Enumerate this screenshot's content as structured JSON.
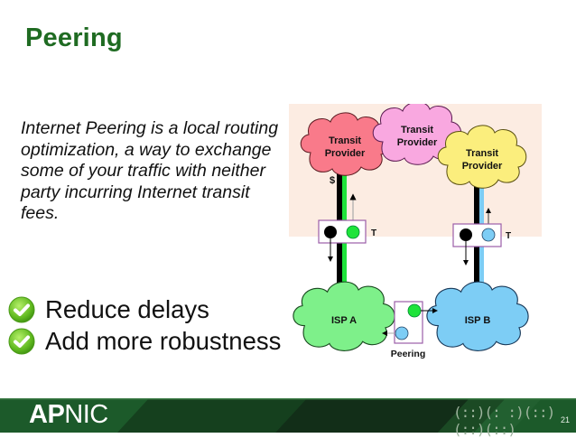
{
  "slide": {
    "title": "Peering",
    "intro_text": "Internet Peering is a local routing optimization, a way to exchange some of your traffic with neither party incurring Internet transit fees.",
    "bullets": [
      {
        "icon": "check-circle-icon",
        "label": "Reduce delays"
      },
      {
        "icon": "check-circle-icon",
        "label": "Add more robustness"
      }
    ]
  },
  "diagram": {
    "clouds": [
      {
        "label_line1": "Transit",
        "label_line2": "Provider",
        "color": "#f97a8a"
      },
      {
        "label_line1": "Transit",
        "label_line2": "Provider",
        "color": "#f9a8e0"
      },
      {
        "label_line1": "Transit",
        "label_line2": "Provider",
        "color": "#fbee7d"
      },
      {
        "label": "ISP A",
        "color": "#7ef08a"
      },
      {
        "label": "ISP B",
        "color": "#7dcdf5"
      }
    ],
    "dollar_label": "$",
    "transit_label_left": "T",
    "transit_label_right": "T",
    "peering_label": "Peering",
    "colors": {
      "transit_zone_bg": "#fcece2",
      "box_border": "#9b5ea8",
      "green_dot": "#1ee33a",
      "blue_dot": "#7dcdf5",
      "black_dot": "#000000"
    }
  },
  "footer": {
    "logo_bold": "AP",
    "logo_light": "NIC",
    "braille_mark": "(::)(: :)(::)(::)(::)",
    "page_number": "21",
    "bg_color": "#1c5a2a"
  }
}
